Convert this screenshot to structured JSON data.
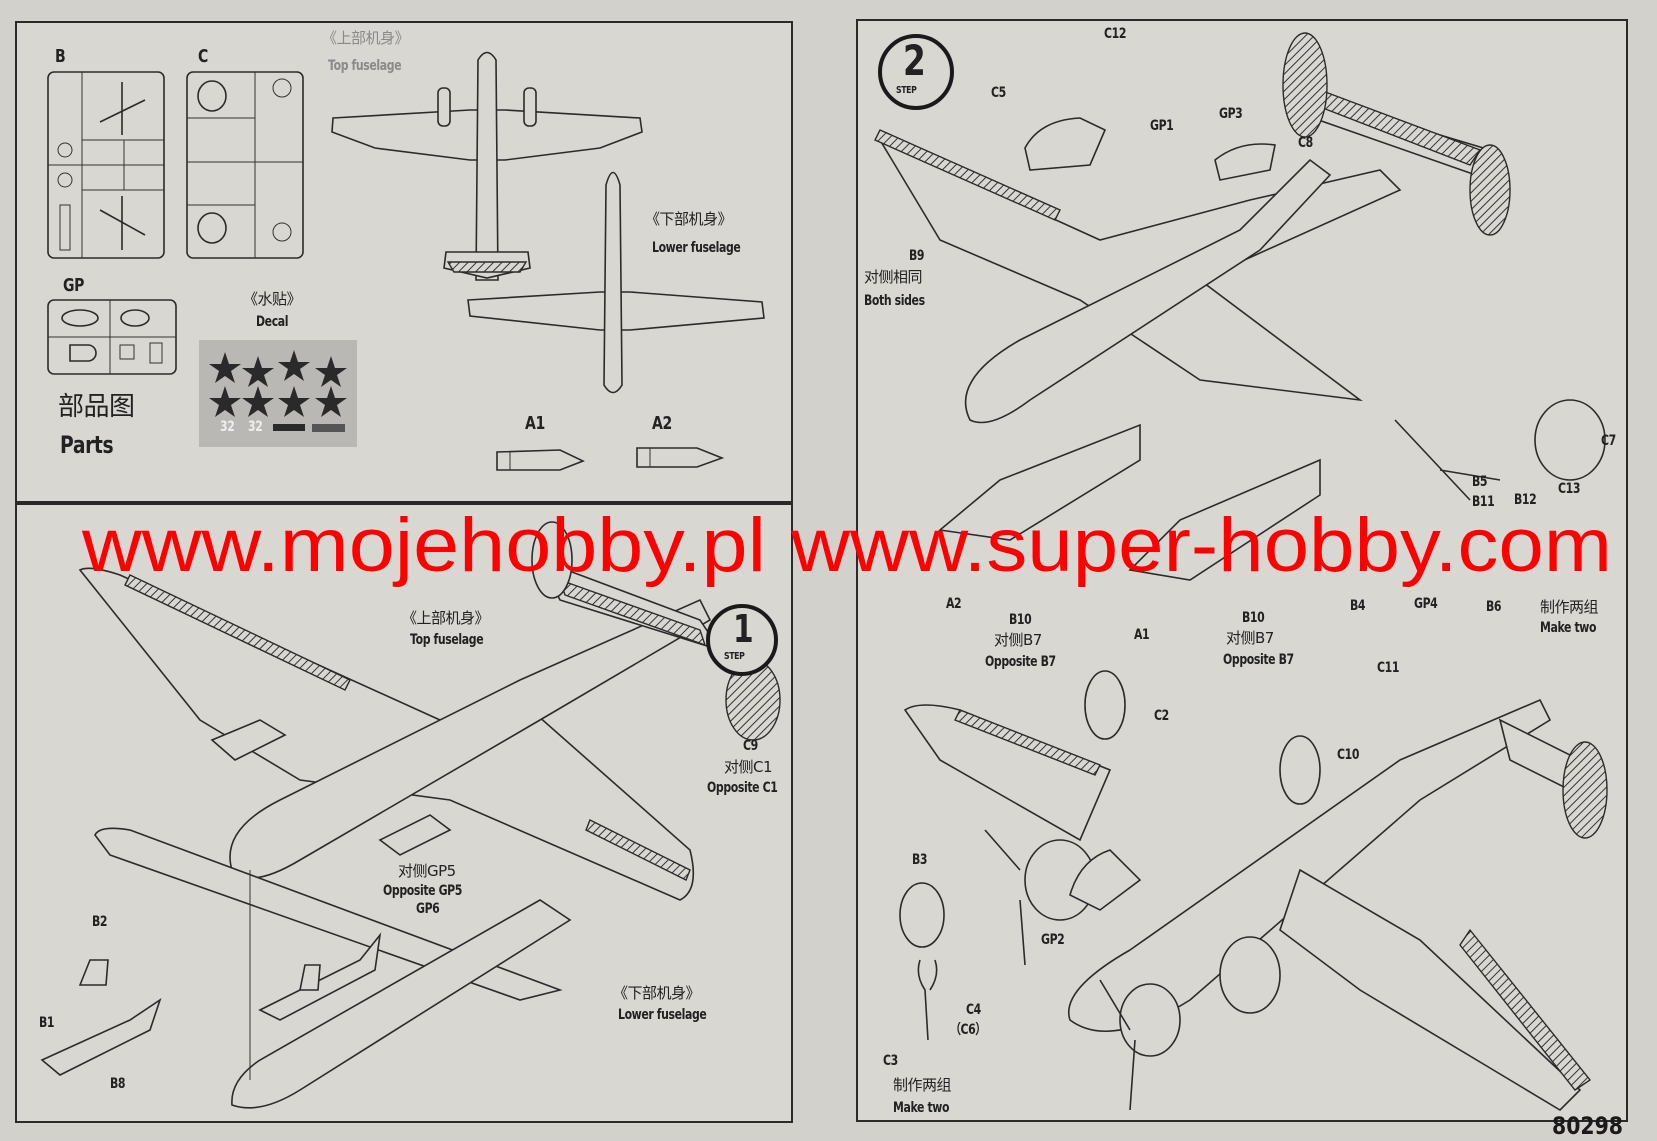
{
  "parts_panel": {
    "sprue_b_label": "B",
    "sprue_c_label": "C",
    "sprue_gp_label": "GP",
    "title_cn": "部品图",
    "title_en": "Parts",
    "top_fuselage_cn": "《上部机身》",
    "top_fuselage_en": "Top fuselage",
    "lower_fuselage_cn": "《下部机身》",
    "lower_fuselage_en": "Lower fuselage",
    "decal_cn": "《水贴》",
    "decal_en": "Decal",
    "decal_numbers": [
      "32",
      "32"
    ],
    "part_a1": "A1",
    "part_a2": "A2"
  },
  "step1": {
    "step_number": "1",
    "step_word": "STEP",
    "top_fuselage_cn": "《上部机身》",
    "top_fuselage_en": "Top fuselage",
    "c9": "C9",
    "opposite_c1_cn": "对侧C1",
    "opposite_c1_en": "Opposite C1",
    "opposite_gp5_cn": "对侧GP5",
    "opposite_gp5_en": "Opposite GP5",
    "gp6": "GP6",
    "b2": "B2",
    "b1": "B1",
    "b8": "B8",
    "lower_fuselage_cn": "《下部机身》",
    "lower_fuselage_en": "Lower fuselage"
  },
  "step2": {
    "step_number": "2",
    "step_word": "STEP",
    "c12": "C12",
    "c5": "C5",
    "gp1": "GP1",
    "gp3": "GP3",
    "c8": "C8",
    "b9": "B9",
    "both_sides_cn": "对侧相同",
    "both_sides_en": "Both sides",
    "c7": "C7",
    "c13": "C13",
    "b12": "B12",
    "b5": "B5",
    "b11": "B11",
    "make_two_cn_1": "制作两组",
    "make_two_en_1": "Make two",
    "b4": "B4",
    "a2": "A2",
    "a1": "A1",
    "b10_left": "B10",
    "opp_b7_left_cn": "对侧B7",
    "opp_b7_left_en": "Opposite B7",
    "b10_right": "B10",
    "opp_b7_right_cn": "对侧B7",
    "opp_b7_right_en": "Opposite B7",
    "gp4": "GP4",
    "b6": "B6",
    "c11": "C11",
    "c2": "C2",
    "c10": "C10",
    "b3": "B3",
    "gp2": "GP2",
    "c4": "C4",
    "c6": "（C6）",
    "c3": "C3",
    "make_two_cn_2": "制作两组",
    "make_two_en_2": "Make two"
  },
  "watermark": {
    "site1": "www.mojehobby.pl",
    "site2": "www.super-hobby.com",
    "color": "#ff0000"
  },
  "page_number": "80298"
}
